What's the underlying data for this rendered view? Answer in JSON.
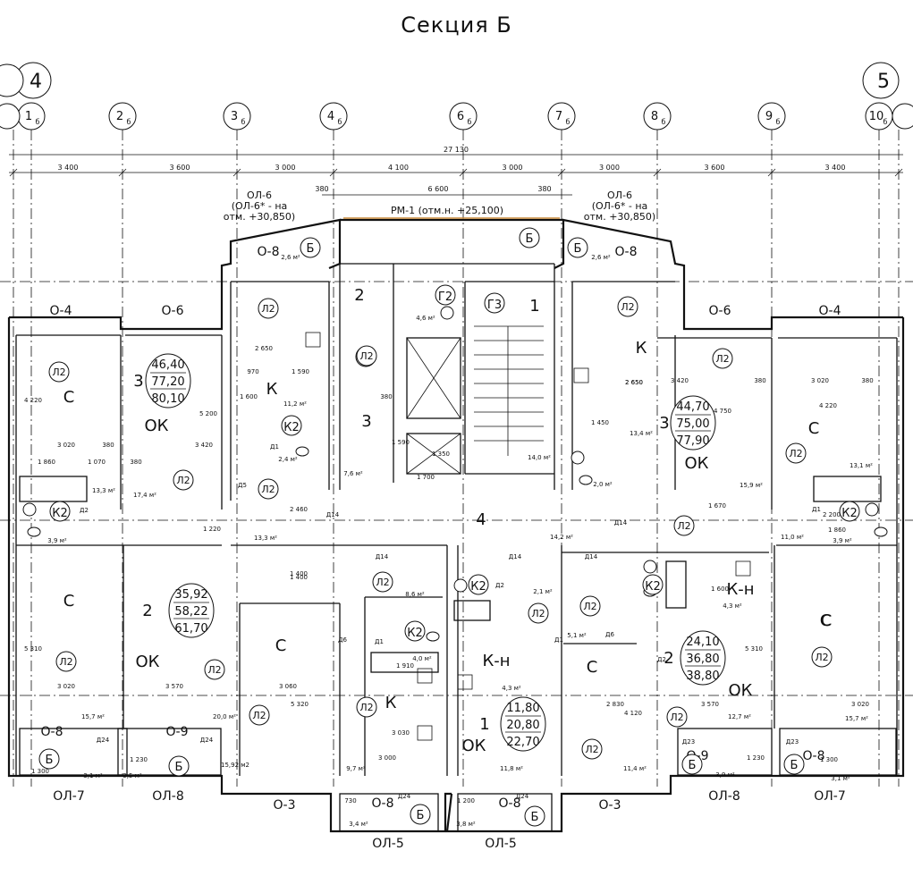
{
  "title": "Секция Б",
  "axes_major": [
    "4",
    "5"
  ],
  "axes_sub": [
    {
      "n": "1",
      "s": "б"
    },
    {
      "n": "2",
      "s": "б"
    },
    {
      "n": "3",
      "s": "б"
    },
    {
      "n": "4",
      "s": "б"
    },
    {
      "n": "6",
      "s": "б"
    },
    {
      "n": "7",
      "s": "б"
    },
    {
      "n": "8",
      "s": "б"
    },
    {
      "n": "9",
      "s": "б"
    },
    {
      "n": "10",
      "s": "б"
    }
  ],
  "dims_overall": "27 130",
  "dims_chain": [
    "3 400",
    "3 600",
    "3 000",
    "4 100",
    "3 000",
    "3 000",
    "3 600",
    "3 400"
  ],
  "roof": {
    "left": "380",
    "span": "6 600",
    "right": "380",
    "label": "РМ-1 (отм.н. +25,100)"
  },
  "notes": {
    "left": [
      "ОЛ-6",
      "(ОЛ-6* - на",
      "отм. +30,850)"
    ],
    "right": [
      "ОЛ-6",
      "(ОЛ-6* - на",
      "отм. +30,850)"
    ]
  },
  "window_labels": [
    "О-8",
    "О-8",
    "О-4",
    "О-6",
    "О-6",
    "О-4",
    "О-8",
    "О-9",
    "О-9",
    "О-8",
    "О-3",
    "О-8",
    "О-8",
    "О-3"
  ],
  "bottom_labels": [
    "ОЛ-7",
    "ОЛ-8",
    "ОЛ-5",
    "ОЛ-5",
    "ОЛ-8",
    "ОЛ-7"
  ],
  "apartments": [
    {
      "rooms": "3",
      "living": "46,40",
      "total": "77,20",
      "total2": "80,10"
    },
    {
      "rooms": "3",
      "living": "44,70",
      "total": "75,00",
      "total2": "77,90"
    },
    {
      "rooms": "2",
      "living": "35,92",
      "total": "58,22",
      "total2": "61,70"
    },
    {
      "rooms": "2",
      "living": "24,10",
      "total": "36,80",
      "total2": "38,80"
    },
    {
      "rooms": "1",
      "living": "11,80",
      "total": "20,80",
      "total2": "22,70"
    }
  ],
  "room_letters": [
    "С",
    "ОК",
    "К",
    "С",
    "С",
    "ОК",
    "С",
    "К",
    "К-н",
    "С",
    "ОК",
    "С",
    "ОК",
    "К-н",
    "ОК",
    "С",
    "К",
    "2",
    "1",
    "3",
    "4",
    "Г2",
    "Г2",
    "Г3",
    "К2",
    "К2",
    "К2",
    "К2",
    "К2",
    "К2"
  ],
  "areas": [
    "2,6 м²",
    "2,6 м²",
    "4,6 м²",
    "11,2 м²",
    "2,4 м²",
    "7,6 м²",
    "14,0 м²",
    "13,4 м²",
    "2,0 м²",
    "15,9 м²",
    "13,3 м²",
    "3,9 м²",
    "17,4 м²",
    "13,3 м²",
    "14,2 м²",
    "13,1 м²",
    "11,0 м²",
    "3,9 м²",
    "8,6 м²",
    "2,1 м²",
    "4,0 м²",
    "4,3 м²",
    "5,1 м²",
    "4,3 м²",
    "15,7 м²",
    "20,0 м²",
    "12,7 м²",
    "15,7 м²",
    "3,1 м²",
    "3,5 м²",
    "15,92 м2",
    "9,7 м²",
    "11,8 м²",
    "11,4 м²",
    "3,9 м²",
    "3,1 м²",
    "3,4 м²",
    "3,8 м²"
  ],
  "dims_inner": [
    "2 650",
    "970",
    "1 590",
    "1 600",
    "380",
    "3 020",
    "380",
    "3 420",
    "1 860",
    "1 070",
    "380",
    "4 220",
    "5 200",
    "2 650",
    "3 420",
    "380",
    "3 020",
    "380",
    "4 750",
    "4 220",
    "1 700",
    "1 400",
    "3 020",
    "3 570",
    "3 060",
    "5 310",
    "5 320",
    "3 000",
    "1 910",
    "2 830",
    "3 570",
    "3 020",
    "5 310",
    "1 300",
    "1 230",
    "730",
    "1 200",
    "1 230",
    "1 300",
    "2 460",
    "1 400",
    "1 220",
    "1 600",
    "1 670",
    "2 200",
    "1 860",
    "1 450",
    "4 120",
    "3 030",
    "1 590",
    "1 350",
    "2 650"
  ],
  "door_tags": [
    "Д5",
    "Д14",
    "Д14",
    "Д14",
    "Д14",
    "Д14",
    "Д2",
    "Д1",
    "Д6",
    "Д1",
    "Д2",
    "Д6",
    "Д1",
    "Д24",
    "Д24",
    "Д23",
    "Д23",
    "Д24",
    "Д24",
    "Д1",
    "Д2"
  ],
  "finish_tag": "Л2",
  "balcony_tag": "Б"
}
